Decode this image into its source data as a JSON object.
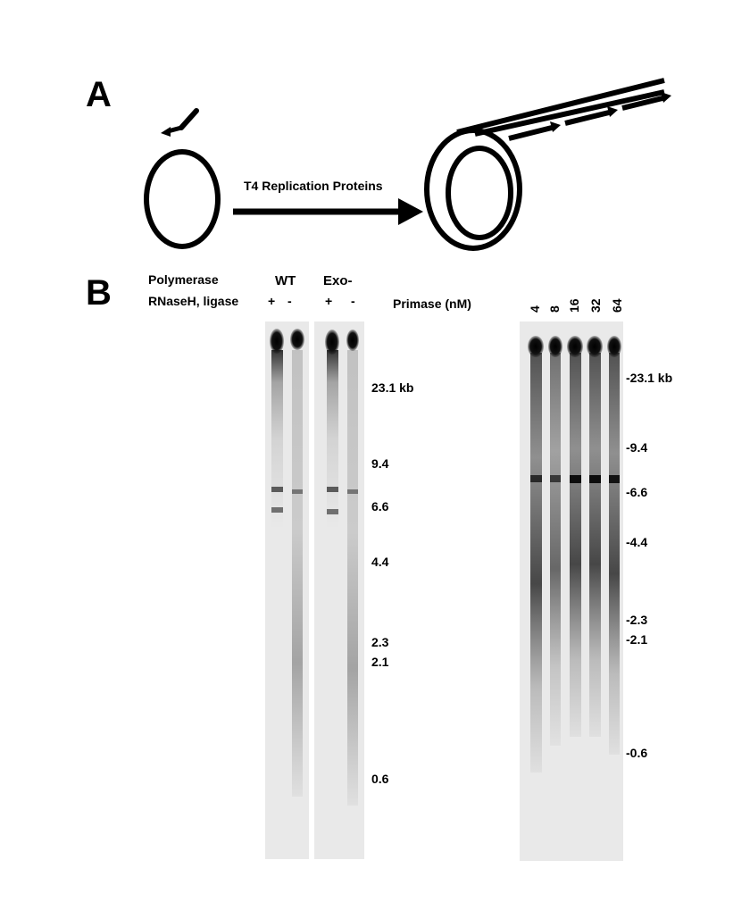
{
  "panelA": {
    "letter": "A",
    "arrow_label": "T4 Replication Proteins"
  },
  "panelB": {
    "letter": "B",
    "row1_label": "Polymerase",
    "row2_label": "RNaseH, ligase",
    "group_wt": "WT",
    "group_exo": "Exo-",
    "lane_signs": [
      "+",
      "-",
      "+",
      "-"
    ],
    "markers_left": [
      "23.1 kb",
      "9.4",
      "6.6",
      "4.4",
      "2.3",
      "2.1",
      "0.6"
    ],
    "primase_label": "Primase (nM)",
    "primase_lanes": [
      "4",
      "8",
      "16",
      "32",
      "64"
    ],
    "markers_right": [
      "-23.1 kb",
      "-9.4",
      "-6.6",
      "-4.4",
      "-2.3",
      "-2.1",
      "-0.6"
    ]
  },
  "colors": {
    "ink": "#000000",
    "gel_background": "#e9e9e9",
    "band": "#111111"
  }
}
